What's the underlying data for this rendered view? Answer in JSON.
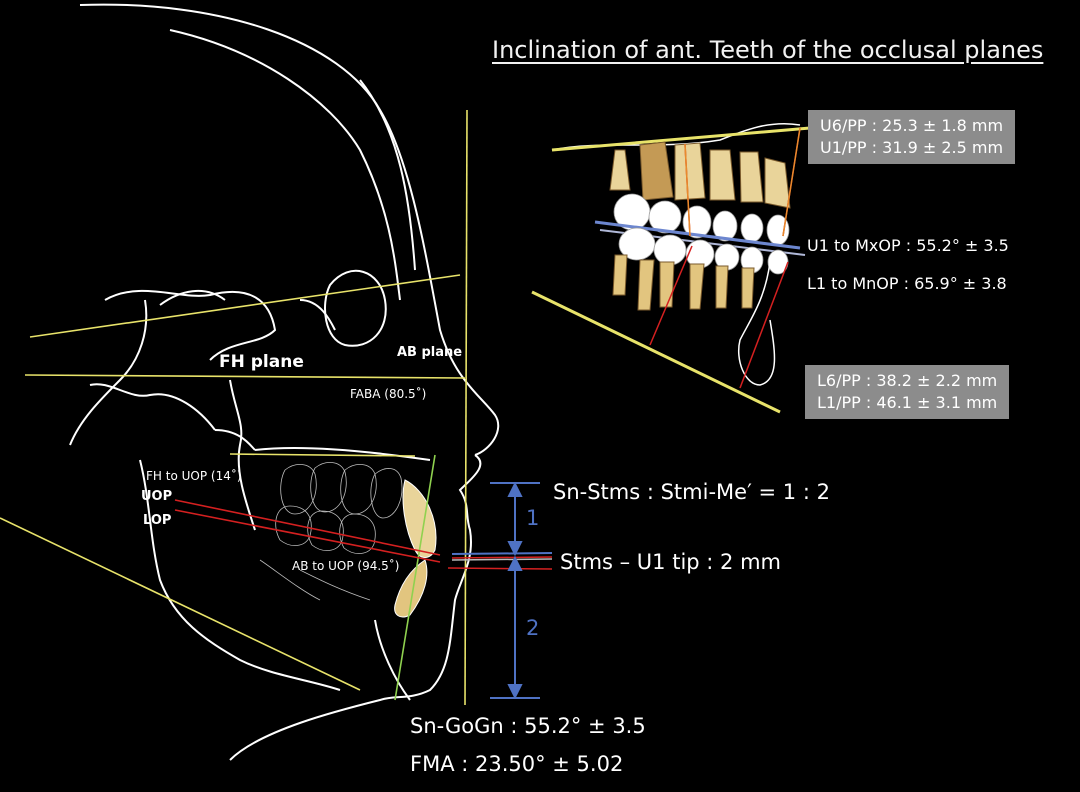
{
  "title": "Inclination of ant. Teeth of the occlusal planes",
  "upper_box": {
    "line1": "U6/PP : 25.3 ± 1.8 mm",
    "line2": "U1/PP : 31.9 ± 2.5 mm"
  },
  "lower_box": {
    "line1": "L6/PP : 38.2 ± 2.2 mm",
    "line2": "L1/PP : 46.1 ± 3.1 mm"
  },
  "angles": {
    "u1_mxop": "U1 to MxOP : 55.2° ± 3.5",
    "l1_mnop": "L1 to MnOP : 65.9° ± 3.8"
  },
  "skull_labels": {
    "fh_plane": "FH plane",
    "ab_plane": "AB plane",
    "faba": "FABA (80.5˚)",
    "fh_uop": "FH to UOP (14˚)",
    "uop": "UOP",
    "lop": "LOP",
    "ab_uop": "AB to UOP (94.5˚)"
  },
  "ratio": {
    "text": "Sn-Stms : Stmi-Me′ = 1 : 2",
    "part1": "1",
    "part2": "2"
  },
  "stms": "Stms – U1 tip : 2 mm",
  "bottom": {
    "sn_gogn": "Sn-GoGn : 55.2° ± 3.5",
    "fma": "FMA : 23.50° ± 5.02"
  },
  "colors": {
    "yellow": "#e8e36a",
    "red": "#d42020",
    "blue": "#4f72c4",
    "green": "#8fd14f",
    "gray_box": "#8c8c8c"
  }
}
